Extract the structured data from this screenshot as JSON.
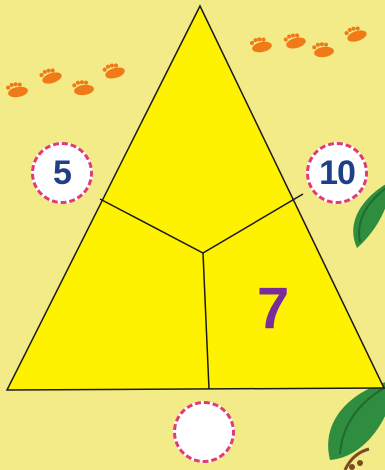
{
  "puzzle": {
    "top_left_number": "5",
    "top_right_number": "10",
    "bottom_number": "",
    "center_number": "7"
  },
  "colors": {
    "background": "#f3ea88",
    "triangle": "#fff200",
    "triangle_outline": "#1a1a1a",
    "circle_border": "#e13a79",
    "circle_number": "#1f3f86",
    "center_number": "#7a2c99",
    "footprints": "#f07a17",
    "leaf": "#2f8d3f"
  },
  "icons": {
    "footprints": "footprints-icon",
    "leaf": "leaf-icon"
  }
}
